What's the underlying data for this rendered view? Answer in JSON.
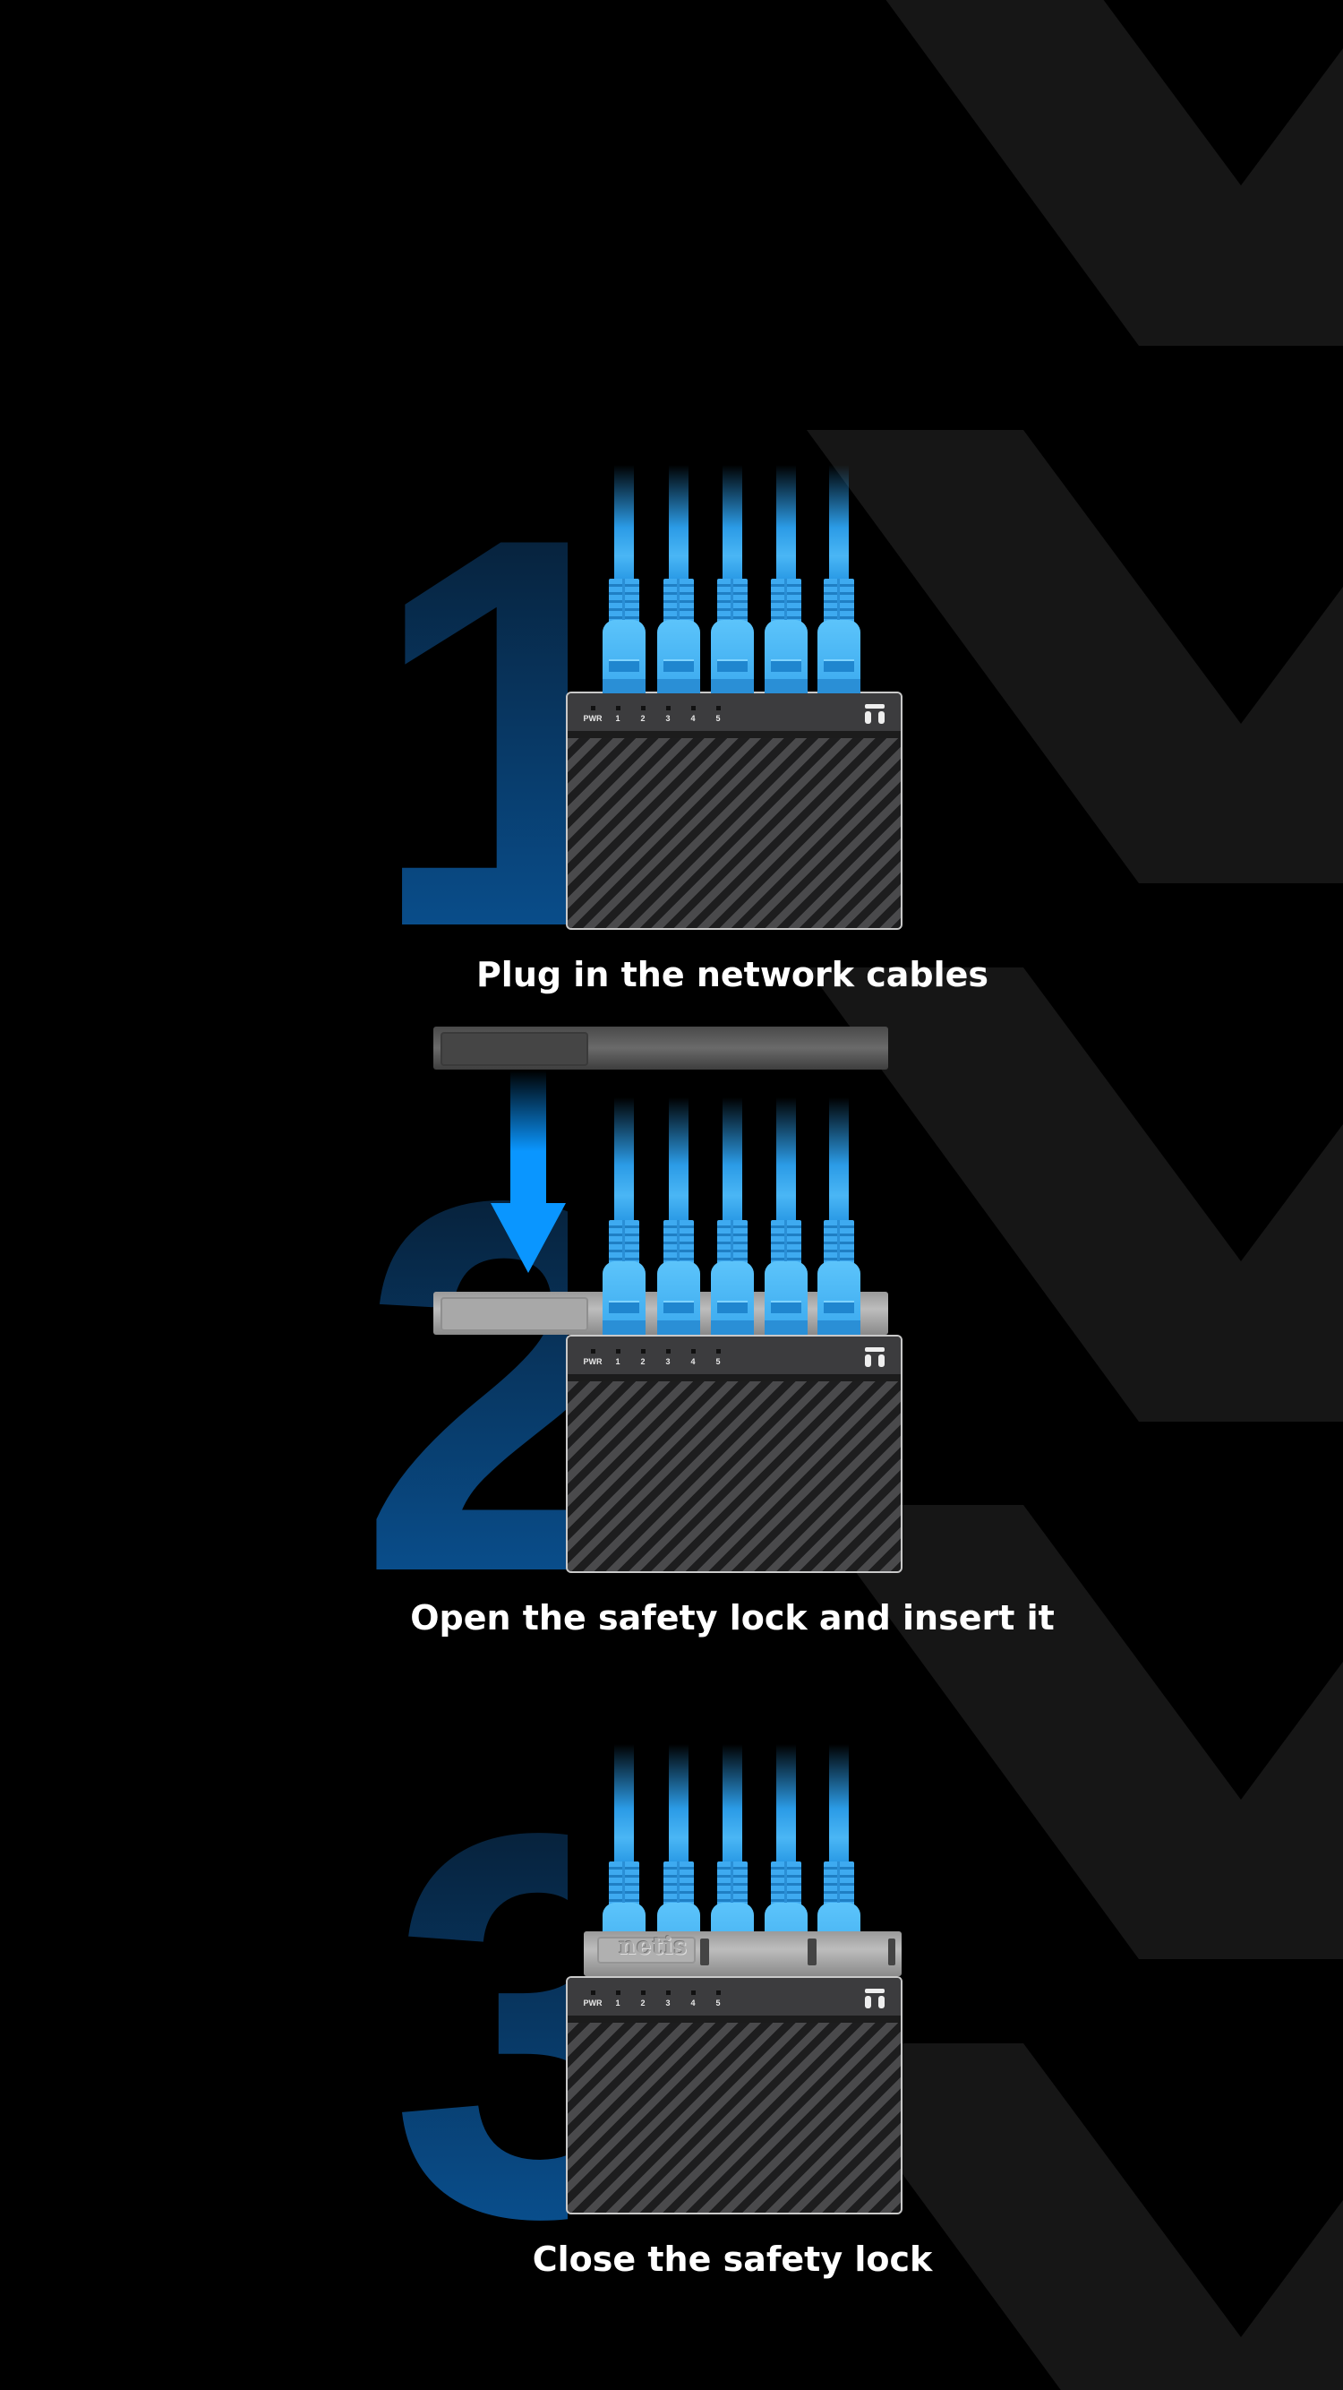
{
  "colors": {
    "background": "#000000",
    "chevron": "#161616",
    "cable": "#2b9be6",
    "number_top": "#071a2c",
    "number_bottom": "#0a5aa2",
    "arrow": "#0a96ff"
  },
  "switch": {
    "leds": [
      "PWR",
      "1",
      "2",
      "3",
      "4",
      "5"
    ],
    "logo": "netis-logo"
  },
  "lock": {
    "brand": "netis"
  },
  "steps": [
    {
      "number": "1",
      "caption": "Plug in the network cables"
    },
    {
      "number": "2",
      "caption": "Open the safety lock and insert it"
    },
    {
      "number": "3",
      "caption": "Close the safety lock"
    }
  ]
}
